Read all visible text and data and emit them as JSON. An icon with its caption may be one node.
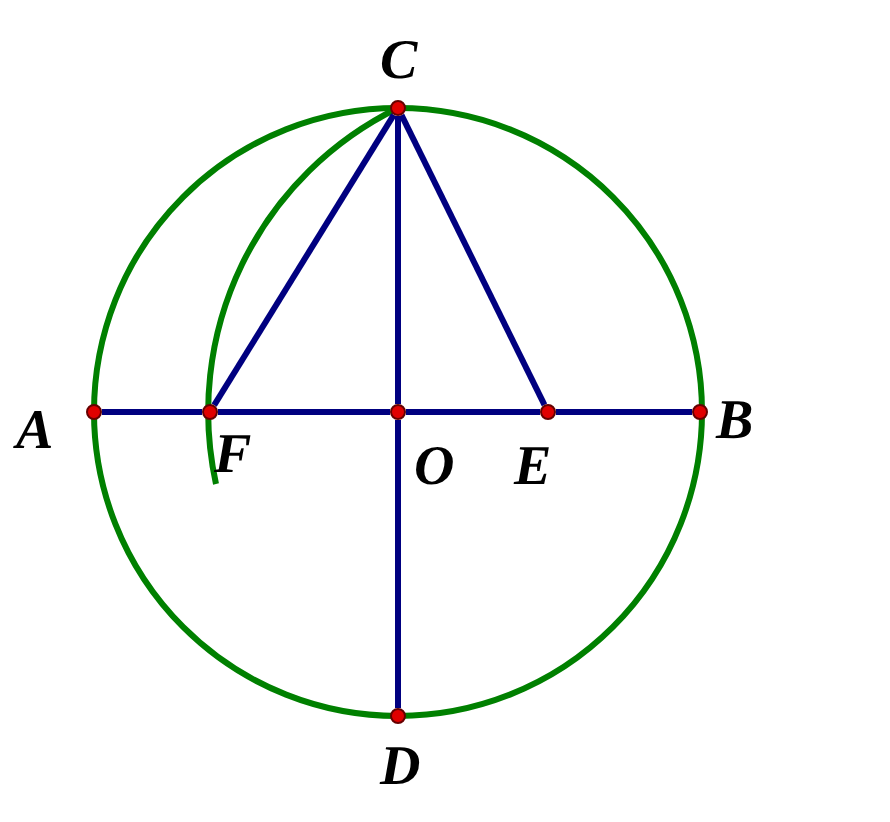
{
  "diagram": {
    "nodes": [
      {
        "text": [],
        "shape": "circle",
        "beside": [
          "A"
        ]
      },
      {
        "text": [],
        "shape": "circle",
        "beside": [
          "F"
        ]
      },
      {
        "text": [],
        "shape": "circle",
        "beside": [
          "O"
        ]
      },
      {
        "text": [],
        "shape": "circle",
        "beside": [
          "E"
        ]
      },
      {
        "text": [],
        "shape": "circle",
        "beside": [
          "B"
        ]
      },
      {
        "text": [],
        "shape": "circle",
        "beside": [
          "C"
        ]
      },
      {
        "text": [],
        "shape": "circle",
        "beside": [
          "D"
        ]
      }
    ],
    "edges": [
      {
        "from": 0,
        "to": 1,
        "arrow": "none"
      },
      {
        "from": 1,
        "to": 2,
        "arrow": "none"
      },
      {
        "from": 2,
        "to": 3,
        "arrow": "none"
      },
      {
        "from": 3,
        "to": 4,
        "arrow": "none"
      },
      {
        "from": 5,
        "to": 2,
        "arrow": "none"
      },
      {
        "from": 2,
        "to": 6,
        "arrow": "none"
      },
      {
        "from": 5,
        "to": 1,
        "arrow": "none"
      },
      {
        "from": 5,
        "to": 3,
        "arrow": "none"
      }
    ]
  }
}
